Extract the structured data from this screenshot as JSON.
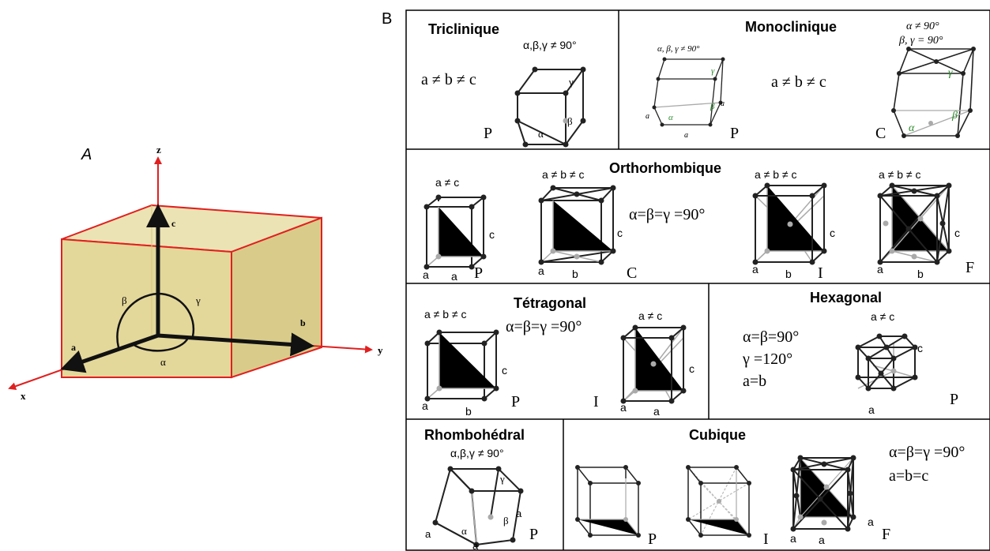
{
  "panel_a": {
    "label": "A",
    "axes": {
      "x": "x",
      "y": "y",
      "z": "z"
    },
    "vectors": {
      "a": "a",
      "b": "b",
      "c": "c"
    },
    "angles": {
      "alpha": "α",
      "beta": "β",
      "gamma": "γ"
    },
    "colors": {
      "box_fill": "#e7dca0",
      "box_edge": "#e02020",
      "vector": "#111111"
    }
  },
  "panel_b": {
    "label": "B",
    "triclinique": {
      "title": "Triclinique",
      "angle": "α,β,γ ≠ 90°",
      "relation": "a ≠ b ≠ c",
      "type": "P",
      "cell_labels": [
        "γ",
        "β",
        "α"
      ]
    },
    "monoclinique": {
      "title": "Monoclinique",
      "angle_1": "α ≠ 90°",
      "angle_2": "β, γ = 90°",
      "small_angle": "α, β, γ ≠ 90°",
      "relation": "a ≠ b ≠ c",
      "type_p": "P",
      "type_c": "C",
      "cell_labels": [
        "γ",
        "β",
        "α",
        "a",
        "a",
        "a"
      ],
      "cell_c_labels": [
        "γ",
        "β",
        "α"
      ]
    },
    "orthorhombique": {
      "title": "Orthorhombique",
      "angle": "α=β=γ =90°",
      "cells": [
        {
          "top": "a ≠ c",
          "side": "c",
          "bottom": "a",
          "front": "a",
          "type": "P"
        },
        {
          "top": "a ≠ b ≠ c",
          "side": "c",
          "bottom": "b",
          "front": "a",
          "type": "C"
        },
        {
          "top": "a ≠ b ≠ c",
          "side": "c",
          "bottom": "b",
          "front": "a",
          "type": "I"
        },
        {
          "top": "a ≠ b ≠ c",
          "side": "c",
          "bottom": "b",
          "front": "a",
          "type": "F"
        }
      ]
    },
    "tetragonal": {
      "title": "Tétragonal",
      "angle": "α=β=γ =90°",
      "cells": [
        {
          "top": "a ≠ b ≠ c",
          "side": "c",
          "bottom": "b",
          "front": "a",
          "type": "P"
        },
        {
          "top": "a ≠ c",
          "side": "c",
          "bottom": "a",
          "front": "a",
          "type": "I"
        }
      ]
    },
    "hexagonal": {
      "title": "Hexagonal",
      "angle_1": "α=β=90°",
      "angle_2": "γ =120°",
      "relation": "a=b",
      "top": "a ≠ c",
      "side": "c",
      "bottom": "a",
      "type": "P"
    },
    "rhomboedral": {
      "title": "Rhombohédral",
      "angle": "α,β,γ ≠ 90°",
      "type": "P",
      "cell_labels": [
        "γ",
        "β",
        "α",
        "a",
        "a",
        "a"
      ]
    },
    "cubique": {
      "title": "Cubique",
      "angle": "α=β=γ =90°",
      "relation": "a=b=c",
      "types": [
        "P",
        "I",
        "F"
      ],
      "cell_labels": [
        "a",
        "a",
        "a"
      ]
    }
  }
}
